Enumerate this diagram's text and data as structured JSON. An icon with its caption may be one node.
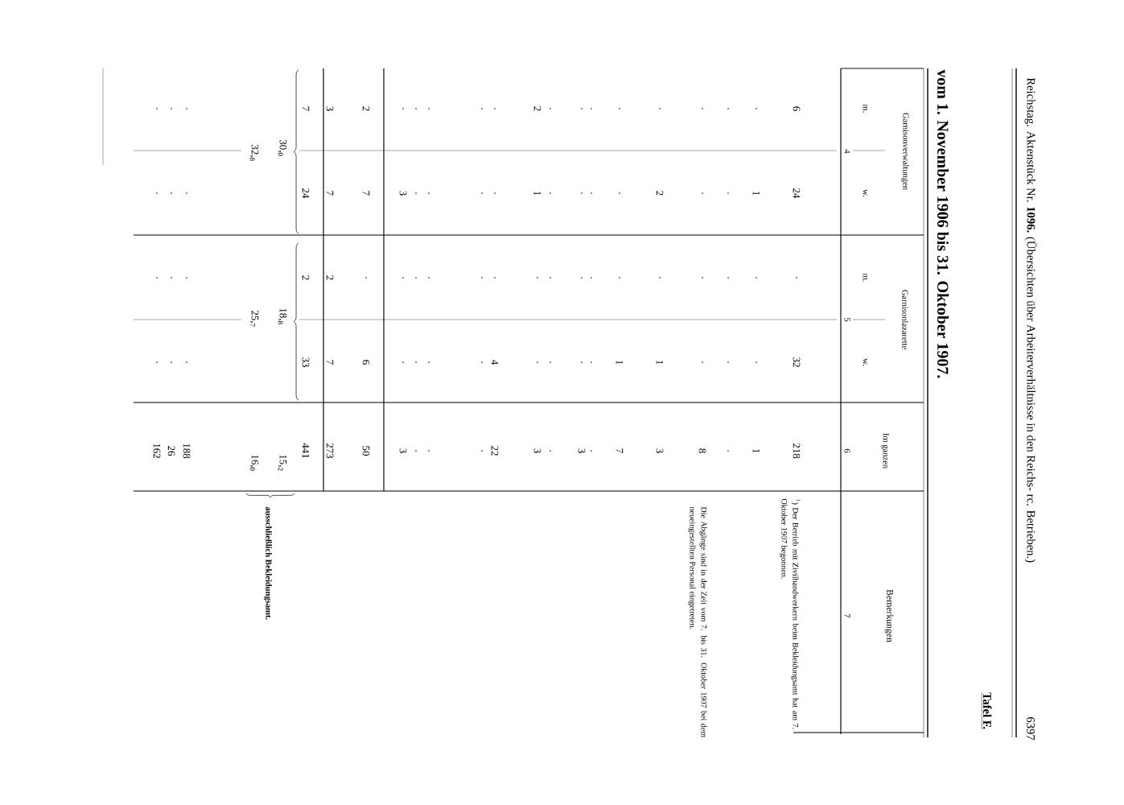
{
  "diagram": {
    "labels": [
      "Reichstag. Aktenstück Nr. **1096.** (Übersichten über Arbeiterverhältnisse in den Reichs- rc. Betrieben.)",
      "6397",
      "Tafel F.",
      "vom 1. November 1906 bis 31. Oktober 1907.",
      "Garnisonverwaltungen",
      "m.",
      "w.",
      "4",
      "Garnisonlazarette",
      "m.",
      "w.",
      "5",
      "Im ganzen",
      "6",
      "Bemerkungen",
      "7",
      "6",
      "24",
      ".",
      "32",
      "218",
      "$^{1}$) Der Betrieb mit Zivilhandwerkern beim Bekleidungsamt hat am 7. Oktober 1907 begonnen.",
      ".",
      "1",
      ".",
      ".",
      "1",
      ".",
      ".",
      ".",
      ".",
      ".",
      ".",
      ".",
      ".",
      ".",
      "8",
      "Die Abgänge sind in der Zeit vom 7. bis 31. Oktober 1907 bei dem neueingestellten Personal eingetreten.",
      ".",
      "2",
      ".",
      "1",
      "3",
      ".",
      ".",
      ".",
      "1",
      "7",
      ".",
      ".",
      ".",
      ".",
      ".",
      ".",
      ".",
      ".",
      ".",
      "3",
      ".",
      ".",
      ".",
      ".",
      ".",
      "2",
      "1",
      ".",
      ".",
      "3",
      ".",
      ".",
      ".",
      "4",
      "22",
      ".",
      ".",
      ".",
      ".",
      ".",
      ".",
      ".",
      ".",
      ".",
      ".",
      ".",
      ".",
      ".",
      ".",
      ".",
      ".",
      "3",
      ".",
      ".",
      "3",
      "2",
      "7",
      ".",
      "6",
      "50",
      "3",
      "7",
      "2",
      "7",
      "273",
      "7",
      "24",
      "2",
      "33",
      "441",
      "30,$_{0}$",
      "18,$_{8}$",
      "15,$_{2}$",
      "32,$_{8}$",
      "25,$_{7}$",
      "16,$_{0}$",
      "ausschließlich Bekleidungsamt.",
      ".",
      ".",
      ".",
      ".",
      "188",
      ".",
      ".",
      ".",
      ".",
      "26",
      ".",
      ".",
      ".",
      ".",
      "162"
    ]
  }
}
